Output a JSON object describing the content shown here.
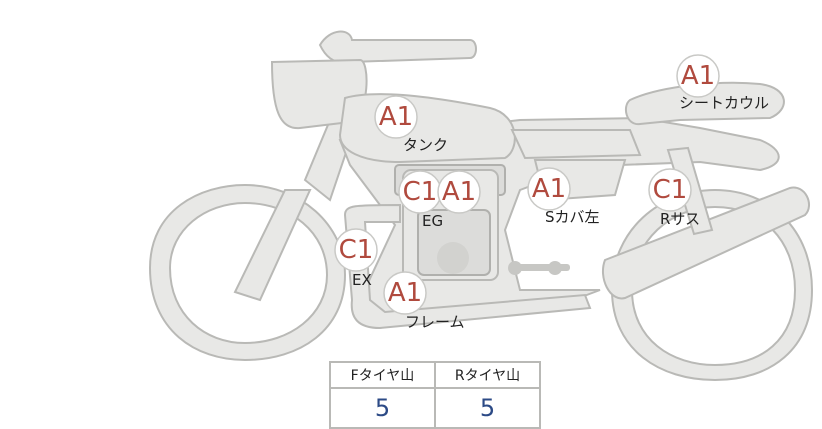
{
  "markers": [
    {
      "id": "tank",
      "grade": "A1",
      "label": "タンク"
    },
    {
      "id": "seat-cowl",
      "grade": "A1",
      "label": "シートカウル"
    },
    {
      "id": "engine",
      "grades": [
        "C1",
        "A1"
      ],
      "label": "EG"
    },
    {
      "id": "side-cover",
      "grade": "A1",
      "label": "Sカバ左"
    },
    {
      "id": "rear-suspension",
      "grade": "C1",
      "label": "Rサス"
    },
    {
      "id": "exhaust",
      "grade": "C1",
      "label": "EX"
    },
    {
      "id": "frame",
      "grade": "A1",
      "label": "フレーム"
    }
  ],
  "tire_tread": {
    "headers": [
      "Fタイヤ山",
      "Rタイヤ山"
    ],
    "values": [
      "5",
      "5"
    ]
  },
  "colors": {
    "grade_text": "#b04a3e",
    "tread_value": "#2c4a86",
    "body_fill": "#e8e8e6",
    "outline": "#b9b9b6"
  }
}
